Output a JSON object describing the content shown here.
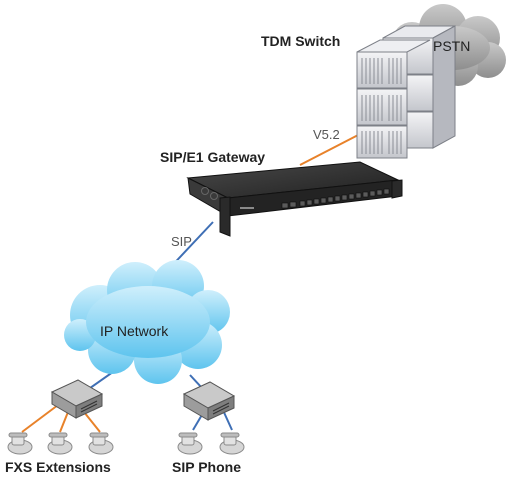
{
  "nodes": {
    "tdm_switch": "TDM Switch",
    "pstn": "PSTN",
    "gateway": "SIP/E1 Gateway",
    "ip_network": "IP Network",
    "fxs_extensions": "FXS Extensions",
    "sip_phone": "SIP Phone"
  },
  "links": {
    "v52": "V5.2",
    "sip": "SIP"
  },
  "colors": {
    "orange_link": "#e8822a",
    "blue_link": "#3f6fb5",
    "ip_cloud": "#8fd8f3",
    "pstn_cloud": "#a9a9a9"
  }
}
